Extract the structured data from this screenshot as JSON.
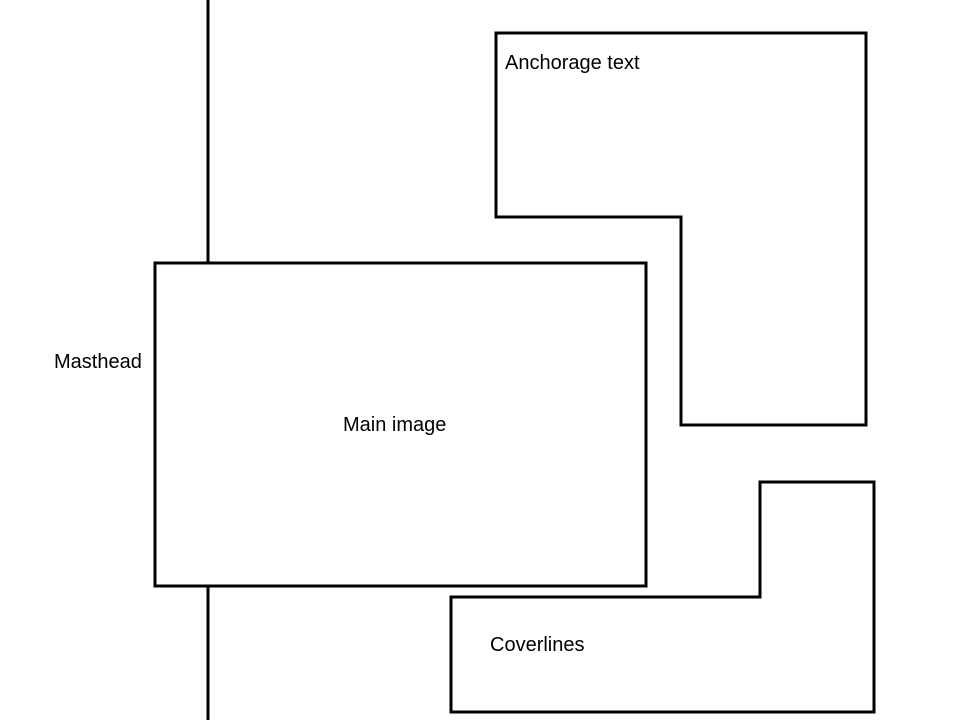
{
  "regions": {
    "masthead": {
      "label": "Masthead"
    },
    "main_image": {
      "label": "Main image"
    },
    "anchorage_text": {
      "label": "Anchorage text"
    },
    "coverlines": {
      "label": "Coverlines"
    }
  },
  "colors": {
    "stroke": "#000000",
    "background": "#ffffff"
  }
}
